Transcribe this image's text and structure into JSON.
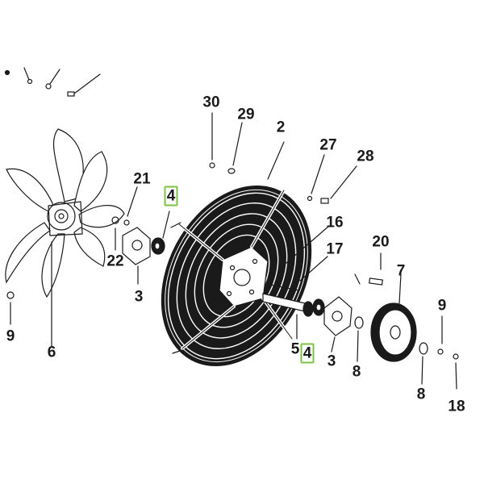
{
  "diagram": {
    "labels": {
      "l30": "30",
      "l29": "29",
      "l2": "2",
      "l27": "27",
      "l28": "28",
      "l21": "21",
      "l4a": "4",
      "l22": "22",
      "l3a": "3",
      "l16": "16",
      "l17": "17",
      "l20": "20",
      "l7": "7",
      "l9a": "9",
      "l6": "6",
      "l5": "5",
      "l4b": "4",
      "l3b": "3",
      "l8a": "8",
      "l9b": "9",
      "l8b": "8",
      "l18": "18"
    },
    "highlight_color": "#7dc242",
    "highlighted_parts": [
      "4"
    ]
  }
}
